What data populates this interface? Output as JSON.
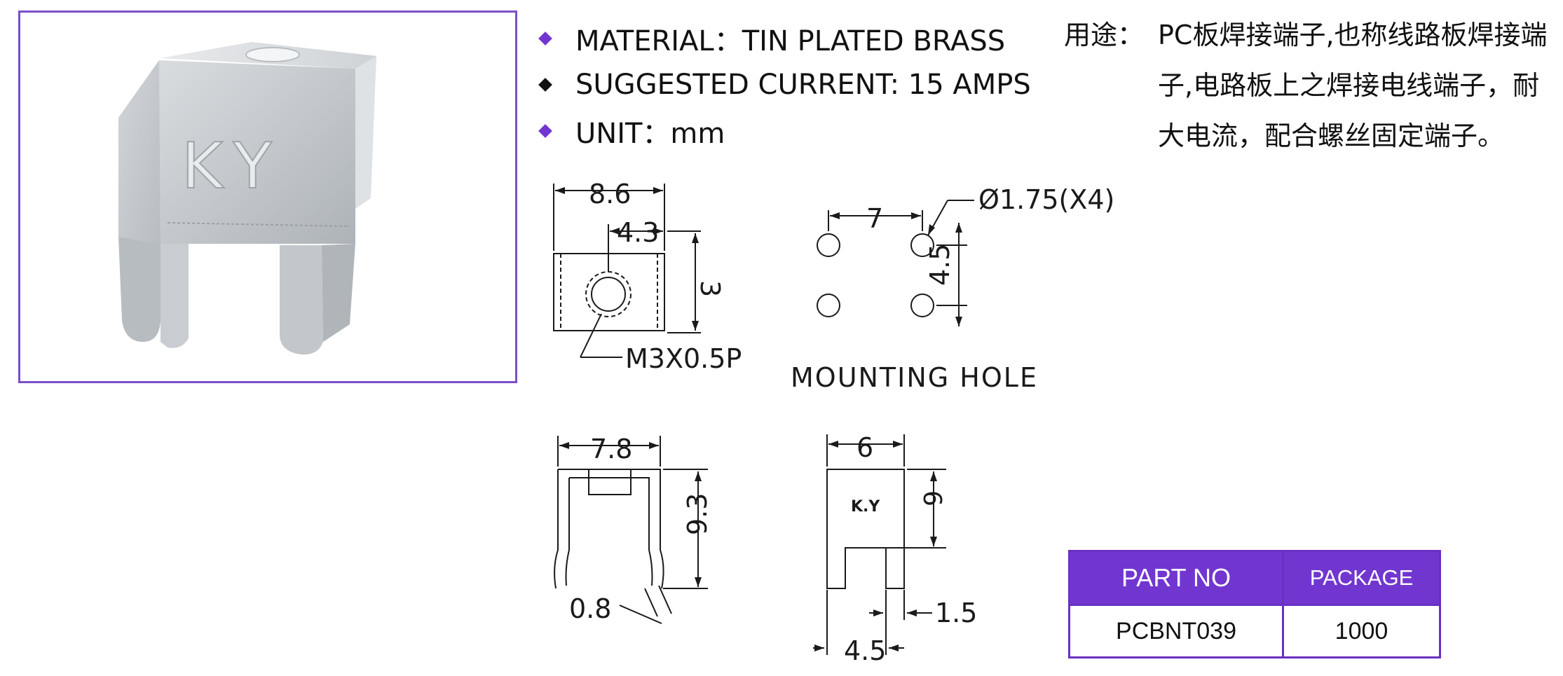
{
  "colors": {
    "accent": "#7236d0",
    "frame": "#7a4fc9",
    "bullet_black": "#111111"
  },
  "photo": {
    "embossed_text": "KY"
  },
  "bullets": [
    {
      "text": "MATERIAL：TIN PLATED BRASS",
      "color": "#7236d0"
    },
    {
      "text": "SUGGESTED CURRENT: 15 AMPS",
      "color": "#111111"
    },
    {
      "text": "UNIT：mm",
      "color": "#7236d0"
    }
  ],
  "usage": {
    "label": "用途：",
    "text": "PC板焊接端子,也称线路板焊接端子,电路板上之焊接电线端子，耐大电流，配合螺丝固定端子。"
  },
  "drawing": {
    "top_view": {
      "width": "8.6",
      "half_width": "4.3",
      "height": "3",
      "thread": "M3X0.5P"
    },
    "mounting_hole": {
      "pitch_x": "7",
      "hole_dia": "Ø1.75(X4)",
      "pitch_y": "4.5",
      "title": "MOUNTING  HOLE"
    },
    "side_view": {
      "width": "7.8",
      "height": "9.3",
      "thickness": "0.8"
    },
    "front_view": {
      "width": "6",
      "upper_height": "6",
      "mark": "K.Y",
      "leg_width": "1.5",
      "leg_span": "4.5"
    }
  },
  "table": {
    "headers": [
      "PART NO",
      "PACKAGE"
    ],
    "rows": [
      [
        "PCBNT039",
        "1000"
      ]
    ]
  }
}
